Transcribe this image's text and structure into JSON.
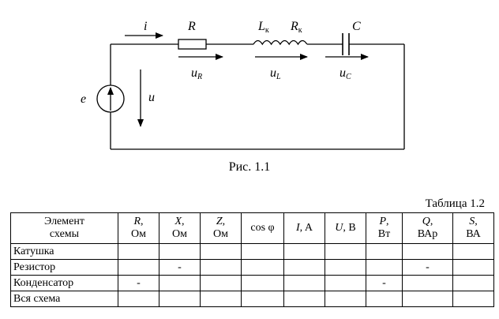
{
  "figure": {
    "labels": {
      "current": "i",
      "resistor": "R",
      "inductor_L": "L",
      "inductor_L_sub": "к",
      "inductor_R": "R",
      "inductor_R_sub": "к",
      "capacitor": "C",
      "emf": "e",
      "voltage": "u",
      "u_R": "u",
      "u_R_sub": "R",
      "u_L": "u",
      "u_L_sub": "L",
      "u_C": "u",
      "u_C_sub": "C"
    },
    "caption": "Рис. 1.1"
  },
  "table": {
    "title": "Таблица 1.2",
    "headers": [
      {
        "line1": "Элемент",
        "line2": "схемы"
      },
      {
        "sym": "R",
        "sep": ",",
        "unit": "Ом"
      },
      {
        "sym": "X",
        "sep": ",",
        "unit": "Ом"
      },
      {
        "sym": "Z",
        "sep": ",",
        "unit": "Ом"
      },
      {
        "text": "cos φ"
      },
      {
        "sym": "I",
        "sep": ",",
        "unit_inline": " A"
      },
      {
        "sym": "U",
        "sep": ",",
        "unit_inline": " В"
      },
      {
        "sym": "P",
        "sep": ",",
        "unit": "Вт"
      },
      {
        "sym": "Q",
        "sep": ",",
        "unit": "ВАр"
      },
      {
        "sym": "S",
        "sep": ",",
        "unit": "ВА"
      }
    ],
    "rows": [
      {
        "label": "Катушка",
        "cells": [
          "",
          "",
          "",
          "",
          "",
          "",
          "",
          "",
          ""
        ]
      },
      {
        "label": "Резистор",
        "cells": [
          "",
          "-",
          "",
          "",
          "",
          "",
          "",
          "-",
          ""
        ]
      },
      {
        "label": "Конденсатор",
        "cells": [
          "-",
          "",
          "",
          "",
          "",
          "",
          "-",
          "",
          ""
        ]
      },
      {
        "label": "Вся схема",
        "cells": [
          "",
          "",
          "",
          "",
          "",
          "",
          "",
          "",
          ""
        ]
      }
    ]
  }
}
